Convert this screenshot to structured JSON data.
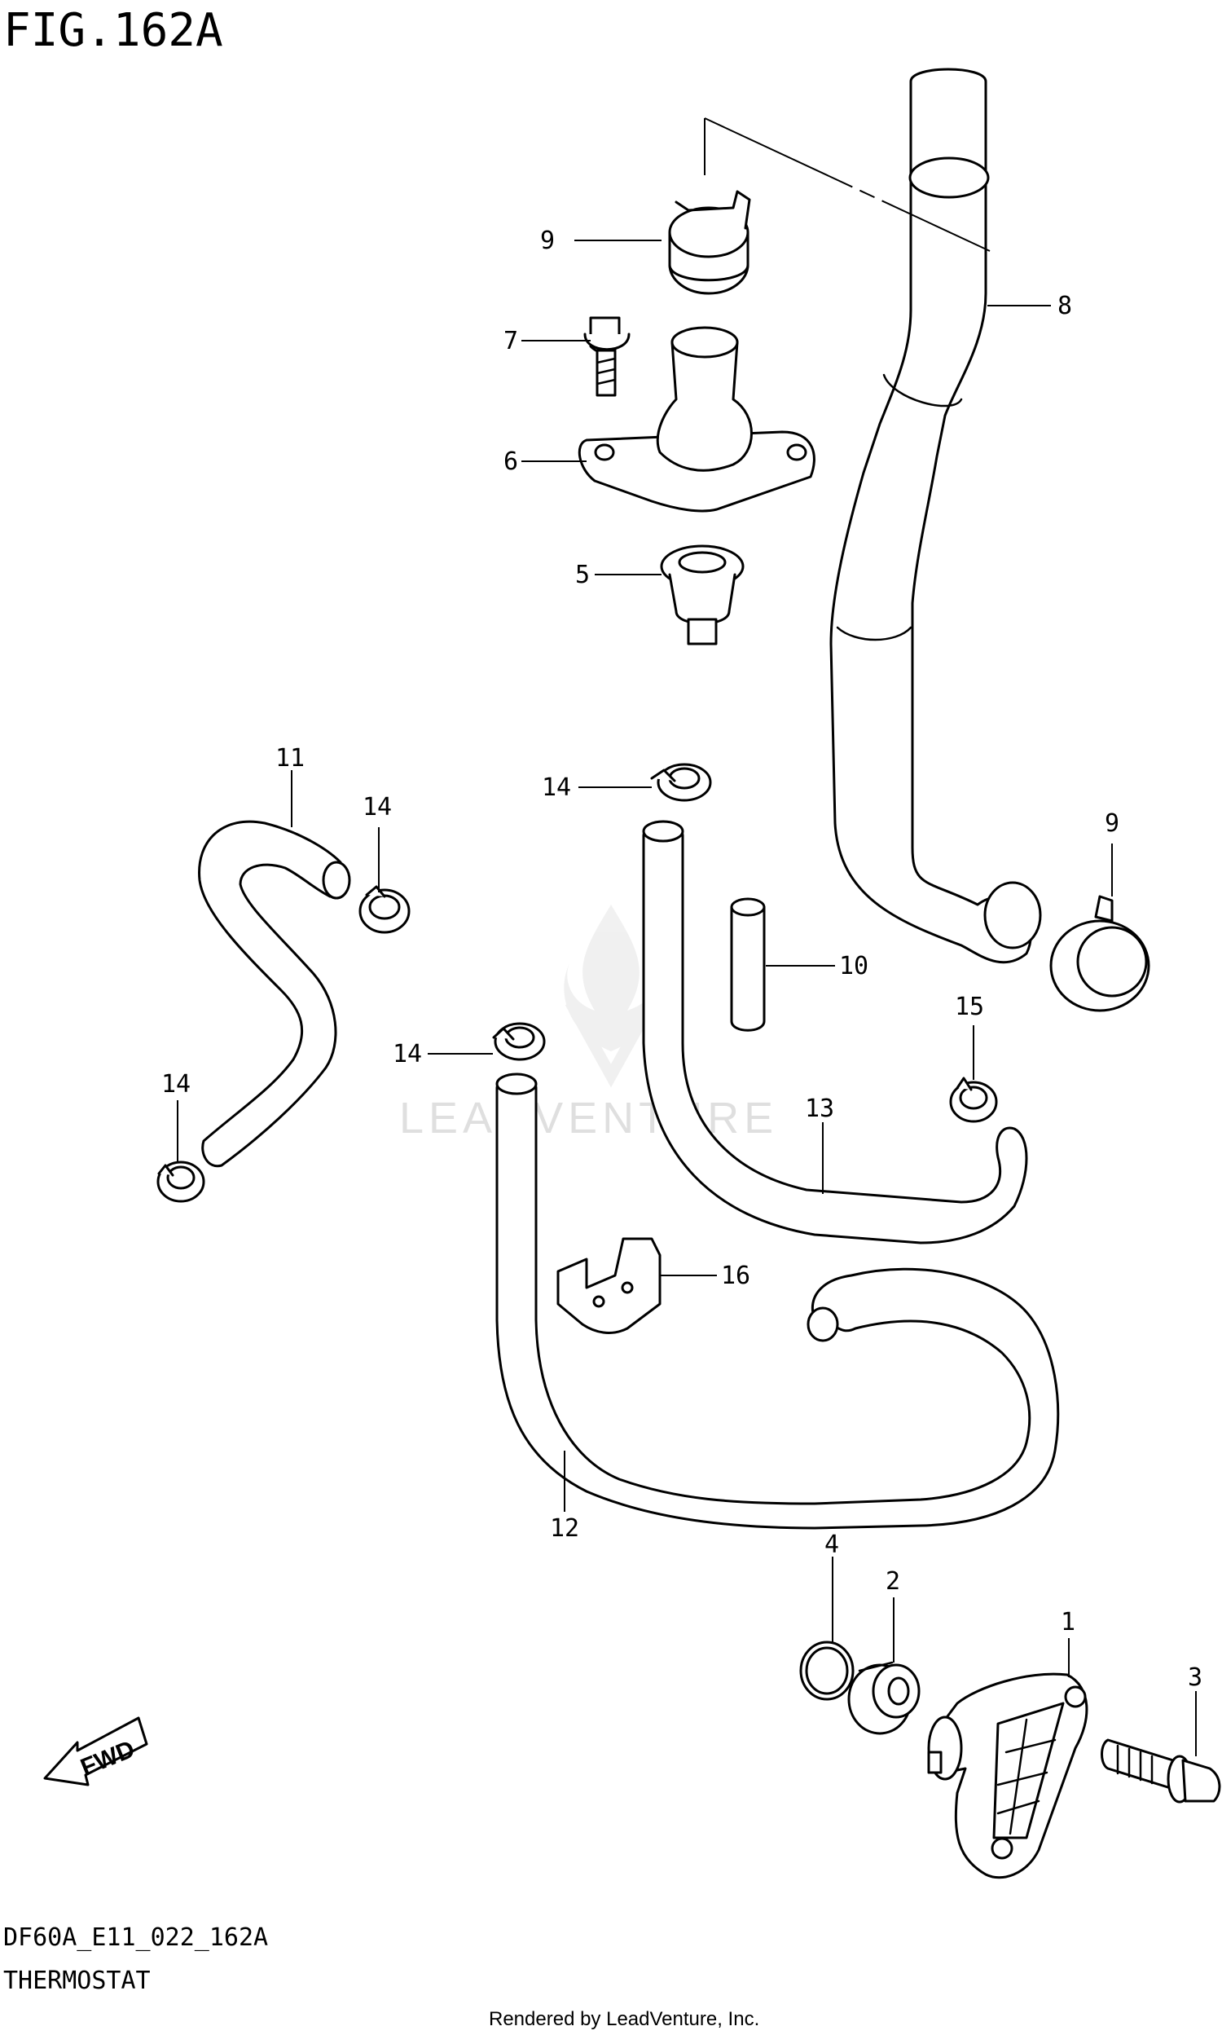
{
  "figure_title": "FIG.162A",
  "model_code": "DF60A_E11_022_162A",
  "section_name": "THERMOSTAT",
  "render_credit": "Rendered by LeadVenture, Inc.",
  "watermark_text": "LEADVENTURE",
  "fwd_label": "FWD",
  "callouts": {
    "c1": "1",
    "c2": "2",
    "c3": "3",
    "c4": "4",
    "c5": "5",
    "c6": "6",
    "c7": "7",
    "c8": "8",
    "c9a": "9",
    "c9b": "9",
    "c10": "10",
    "c11": "11",
    "c12": "12",
    "c13": "13",
    "c14a": "14",
    "c14b": "14",
    "c14c": "14",
    "c14d": "14",
    "c15": "15",
    "c16": "16"
  }
}
